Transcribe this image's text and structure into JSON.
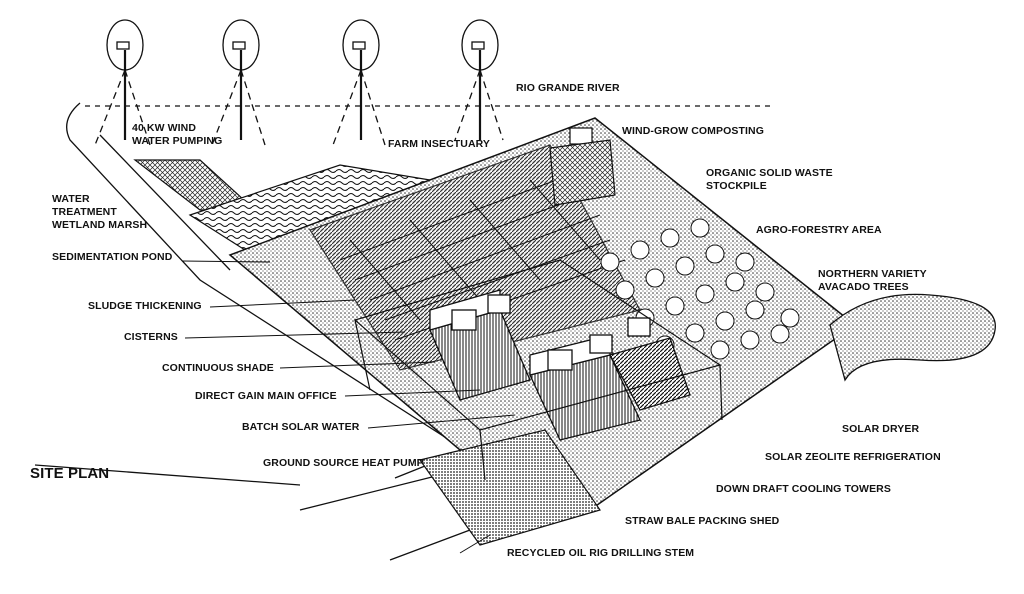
{
  "title": "SITE PLAN",
  "labels": {
    "river": "RIO GRANDE RIVER",
    "wind_pumping_1": "40 KW WIND",
    "wind_pumping_2": "WATER PUMPING",
    "farm": "FARM INSECTUARY",
    "composting": "WIND-GROW COMPOSTING",
    "waste_1": "ORGANIC SOLID WASTE",
    "waste_2": "STOCKPILE",
    "agro": "AGRO-FORESTRY AREA",
    "avocado_1": "NORTHERN VARIETY",
    "avocado_2": "AVACADO TREES",
    "wetland_1": "WATER",
    "wetland_2": "TREATMENT",
    "wetland_3": "WETLAND MARSH",
    "sedimentation": "SEDIMENTATION POND",
    "sludge": "SLUDGE THICKENING",
    "cisterns": "CISTERNS",
    "shade": "CONTINUOUS SHADE",
    "office": "DIRECT GAIN MAIN OFFICE",
    "batch": "BATCH SOLAR WATER",
    "heatpump": "GROUND SOURCE HEAT PUMP",
    "dryer": "SOLAR DRYER",
    "zeolite": "SOLAR ZEOLITE REFRIGERATION",
    "cooling": "DOWN DRAFT COOLING TOWERS",
    "straw": "STRAW BALE PACKING SHED",
    "recycled": "RECYCLED OIL RIG DRILLING STEM"
  },
  "colors": {
    "ink": "#111111",
    "paper": "#ffffff",
    "stipple": "#555555"
  }
}
